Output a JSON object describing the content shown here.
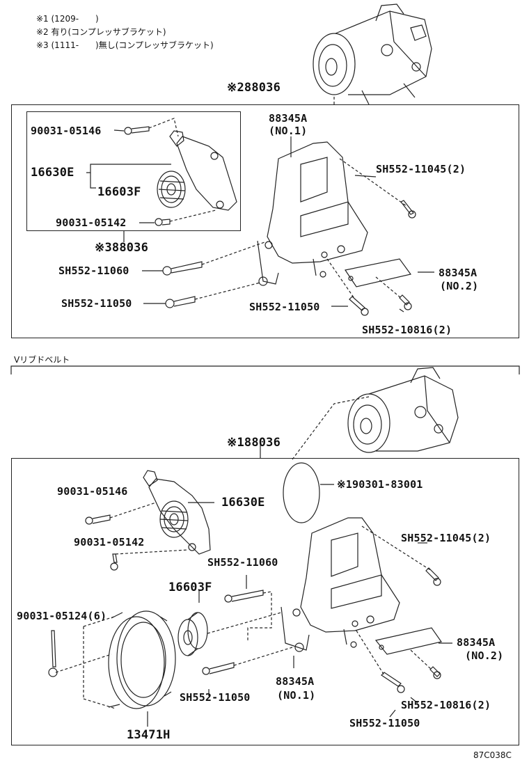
{
  "notes": [
    "※1 (1209-　　)",
    "※2 有り(コンプレッサブラケット)",
    "※3 (1111-　　)無し(コンプレッサブラケット)"
  ],
  "top": {
    "assembly_ref": "※288036",
    "inset_ref": "※388036",
    "labels": {
      "bolt_05146": "90031-05146",
      "tensioner_assy": "16630E",
      "idler_pulley": "16603F",
      "bolt_05142": "90031-05142",
      "bracket_no1": "88345A",
      "bracket_no1_sub": "(NO.1)",
      "bolt_11045": "SH552-11045(2)",
      "bolt_11060": "SH552-11060",
      "bracket_no2": "88345A",
      "bracket_no2_sub": "(NO.2)",
      "bolt_11050_left": "SH552-11050",
      "bolt_11050_right": "SH552-11050",
      "bolt_10816": "SH552-10816(2)"
    }
  },
  "section_title": "Vリブドベルト",
  "bottom": {
    "assembly_ref": "※188036",
    "labels": {
      "bolt_05146": "90031-05146",
      "tensioner_assy": "16630E",
      "bolt_05142": "90031-05142",
      "gasket": "※190301-83001",
      "bolt_11045": "SH552-11045(2)",
      "bolt_11060": "SH552-11060",
      "idler_pulley": "16603F",
      "bolt_05124": "90031-05124(6)",
      "bracket_no2": "88345A",
      "bracket_no2_sub": "(NO.2)",
      "bracket_no1": "88345A",
      "bracket_no1_sub": "(NO.1)",
      "bolt_11050_left": "SH552-11050",
      "bolt_10816": "SH552-10816(2)",
      "bolt_11050_right": "SH552-11050",
      "crank_pulley": "13471H"
    }
  },
  "figure_code": "87C038C"
}
